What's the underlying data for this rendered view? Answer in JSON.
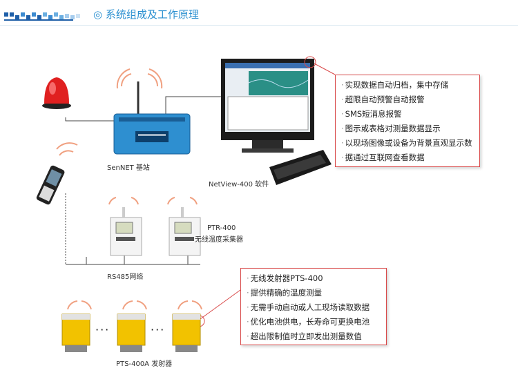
{
  "header": {
    "title": "◎  系统组成及工作原理"
  },
  "devices": {
    "basestation_label": "SenNET 基站",
    "software_label": "NetView-400 软件",
    "collector_label_1": "PTR-400",
    "collector_label_2": "无线温度采集器",
    "network_label": "RS485网络",
    "transmitter_label": "PTS-400A 发射器"
  },
  "software_features": [
    "实现数据自动归档，集中存储",
    "超限自动预警自动报警",
    "SMS短消息报警",
    "图示或表格对测量数据显示",
    "以现场图像或设备为背景直观显示数",
    "据通过互联网查看数据"
  ],
  "transmitter_features": [
    "无线发射器PTS-400",
    "提供精确的温度测量",
    "无需手动启动或人工现场读取数据",
    "优化电池供电，长寿命可更换电池",
    "超出限制值时立即发出测量数值"
  ],
  "ellipsis": "···",
  "colors": {
    "accent_blue": "#2a8fd0",
    "callout_border": "#d94a4a",
    "basestation": "#2e8fd0",
    "alarm_red": "#e02020",
    "transmitter_yellow": "#f2c200"
  }
}
